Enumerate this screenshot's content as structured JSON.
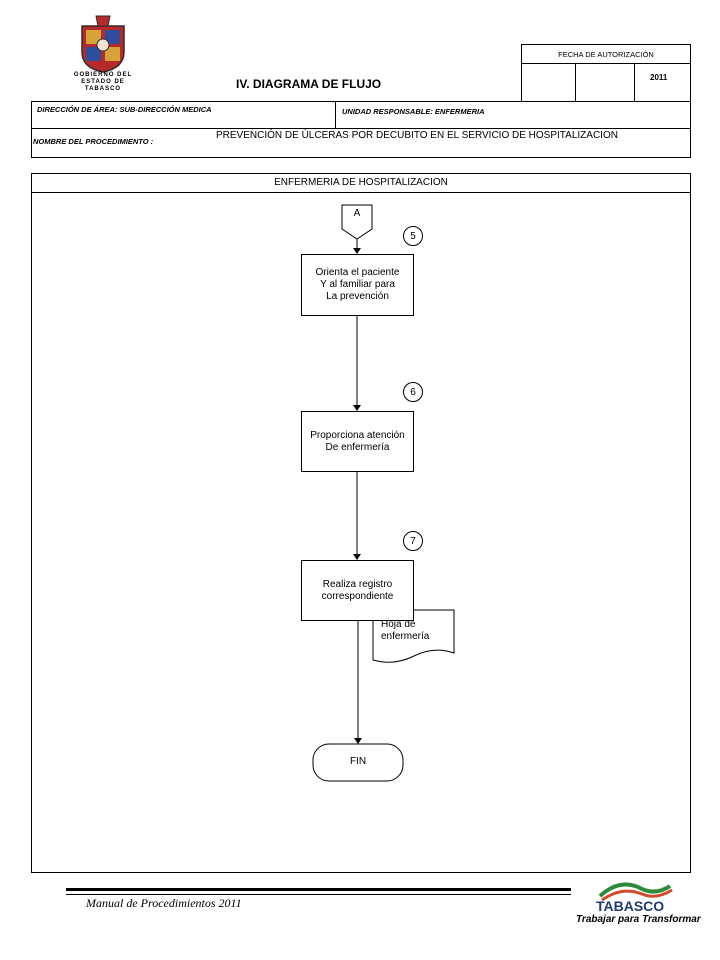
{
  "header": {
    "org_name_line1": "GOBIERNO DEL",
    "org_name_line2": "ESTADO DE",
    "org_name_line3": "TABASCO",
    "title": "IV. DIAGRAMA  DE FLUJO",
    "fecha_label": "FECHA DE AUTORIZACIÓN",
    "year": "2011",
    "direccion": "DIRECCIÓN DE ÁREA: SUB-DIRECCIÓN MEDICA",
    "unidad": "UNIDAD RESPONSABLE: ENFERMERIA",
    "procedimiento_label": "NOMBRE DEL PROCEDIMIENTO :",
    "procedimiento_value": "PREVENCIÓN DE ÚLCERAS POR DECUBITO EN EL SERVICIO DE HOSPITALIZACION"
  },
  "diagram": {
    "lane_title": "ENFERMERIA DE HOSPITALIZACION",
    "connector": "A",
    "steps": [
      {
        "number": "5",
        "text": "Orienta el paciente\nY al familiar para\nLa prevención"
      },
      {
        "number": "6",
        "text": "Proporciona atención\nDe enfermería"
      },
      {
        "number": "7",
        "text": "Realiza registro\ncorrespondiente"
      }
    ],
    "document": "Hoja de\nenfermería",
    "end": "FIN"
  },
  "footer": {
    "manual": "Manual de Procedimientos 2011",
    "brand": "TABASCO",
    "slogan": "Trabajar para Transformar"
  }
}
